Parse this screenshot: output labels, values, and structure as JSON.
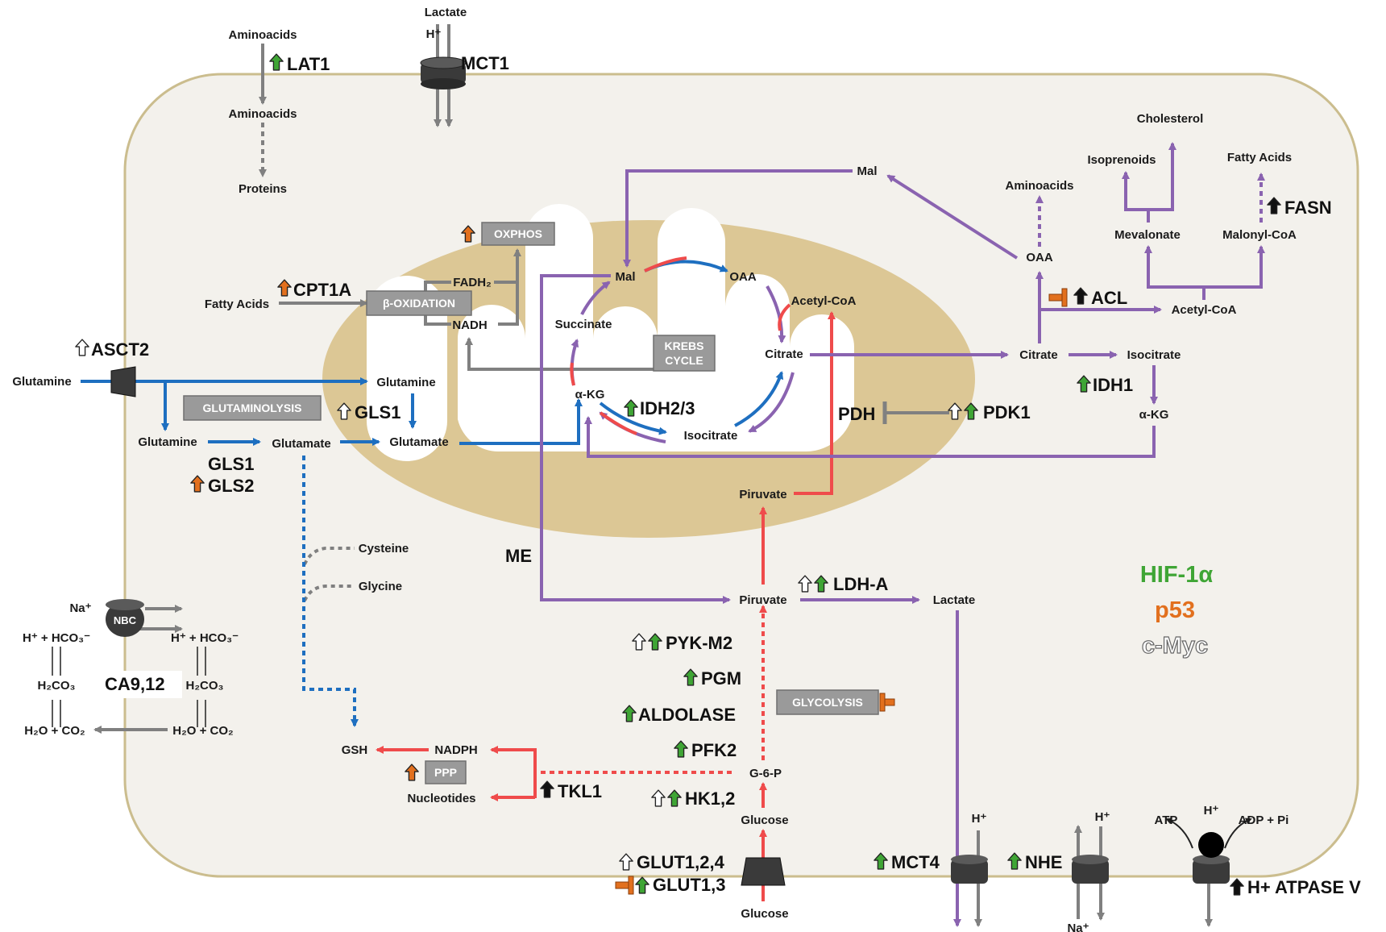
{
  "metabolites": {
    "aminoacids_out": "Aminoacids",
    "aminoacids_in": "Aminoacids",
    "proteins": "Proteins",
    "lactate_out": "Lactate",
    "h_plus_mct1": "H⁺",
    "fatty_acids_left": "Fatty Acids",
    "fadh2": "FADH₂",
    "nadh": "NADH",
    "glutamine_out": "Glutamine",
    "glutamine_cyto": "Glutamine",
    "glutamine_lower": "Glutamine",
    "glutamate_cyto": "Glutamate",
    "glutamate_mito": "Glutamate",
    "mal_mito": "Mal",
    "oaa_mito": "OAA",
    "acetyl_coa_mito": "Acetyl-CoA",
    "succinate": "Succinate",
    "citrate_mito": "Citrate",
    "akg_mito": "α-KG",
    "isocitrate_mito": "Isocitrate",
    "piruvate_mito": "Piruvate",
    "piruvate_cyto": "Piruvate",
    "lactate_cyto": "Lactate",
    "mal_cyto": "Mal",
    "cholesterol": "Cholesterol",
    "isoprenoids": "Isoprenoids",
    "fatty_acids_right": "Fatty Acids",
    "aminoacids_right": "Aminoacids",
    "mevalonate": "Mevalonate",
    "malonyl_coa": "Malonyl-CoA",
    "oaa_cyto": "OAA",
    "acetyl_coa_cyto": "Acetyl-CoA",
    "citrate_cyto": "Citrate",
    "isocitrate_cyto": "Isocitrate",
    "akg_cyto": "α-KG",
    "cysteine": "Cysteine",
    "glycine": "Glycine",
    "gsh": "GSH",
    "nadph": "NADPH",
    "nucleotides": "Nucleotides",
    "g6p": "G-6-P",
    "glucose_in": "Glucose",
    "glucose_out": "Glucose",
    "na_nbc": "Na⁺",
    "h_hco3_left": "H⁺ + HCO₃⁻",
    "h_hco3_right": "H⁺ + HCO₃⁻",
    "h2co3_left": "H₂CO₃",
    "h2co3_right": "H₂CO₃",
    "h2o_co2_left": "H₂O + CO₂",
    "h2o_co2_right": "H₂O + CO₂",
    "h_mct4": "H⁺",
    "h_nhe": "H⁺",
    "na_nhe": "Na⁺",
    "atp": "ATP",
    "h_atpase": "H⁺",
    "adp_pi": "ADP + Pi"
  },
  "enzymes": {
    "lat1": "LAT1",
    "mct1": "MCT1",
    "cpt1a": "CPT1A",
    "asct2": "ASCT2",
    "gls1_top": "GLS1",
    "gls1": "GLS1",
    "gls2": "GLS2",
    "idh23": "IDH2/3",
    "pdh": "PDH",
    "pdk1": "PDK1",
    "acl": "ACL",
    "fasn": "FASN",
    "idh1": "IDH1",
    "me": "ME",
    "ldh_a": "LDH-A",
    "pyk_m2": "PYK-M2",
    "pgm": "PGM",
    "aldolase": "ALDOLASE",
    "pfk2": "PFK2",
    "hk12": "HK1,2",
    "tkl1": "TKL1",
    "ca912": "CA9,12",
    "glut124": "GLUT1,2,4",
    "glut13": "GLUT1,3",
    "mct4": "MCT4",
    "nhe": "NHE",
    "h_atpase_v": "H+ ATPASE V",
    "nbc": "NBC"
  },
  "boxes": {
    "oxphos": "OXPHOS",
    "beta_oxidation": "β-OXIDATION",
    "krebs_1": "KREBS",
    "krebs_2": "CYCLE",
    "glutaminolysis": "GLUTAMINOLYSIS",
    "ppp": "PPP",
    "glycolysis": "GLYCOLYSIS"
  },
  "legend": {
    "hif": "HIF-1α",
    "p53": "p53",
    "cmyc": "c-Myc"
  },
  "colors": {
    "hif_green": "#3fa535",
    "p53_orange": "#e2701e",
    "cmyc_white": "#ffffff",
    "glutamine_blue": "#1e6fc0",
    "glycolysis_red": "#ef4b4b",
    "tca_purple": "#8a63b0",
    "neutral_gray": "#808080",
    "cell_fill": "#f3f1ec",
    "mito_fill": "#dcc795"
  }
}
